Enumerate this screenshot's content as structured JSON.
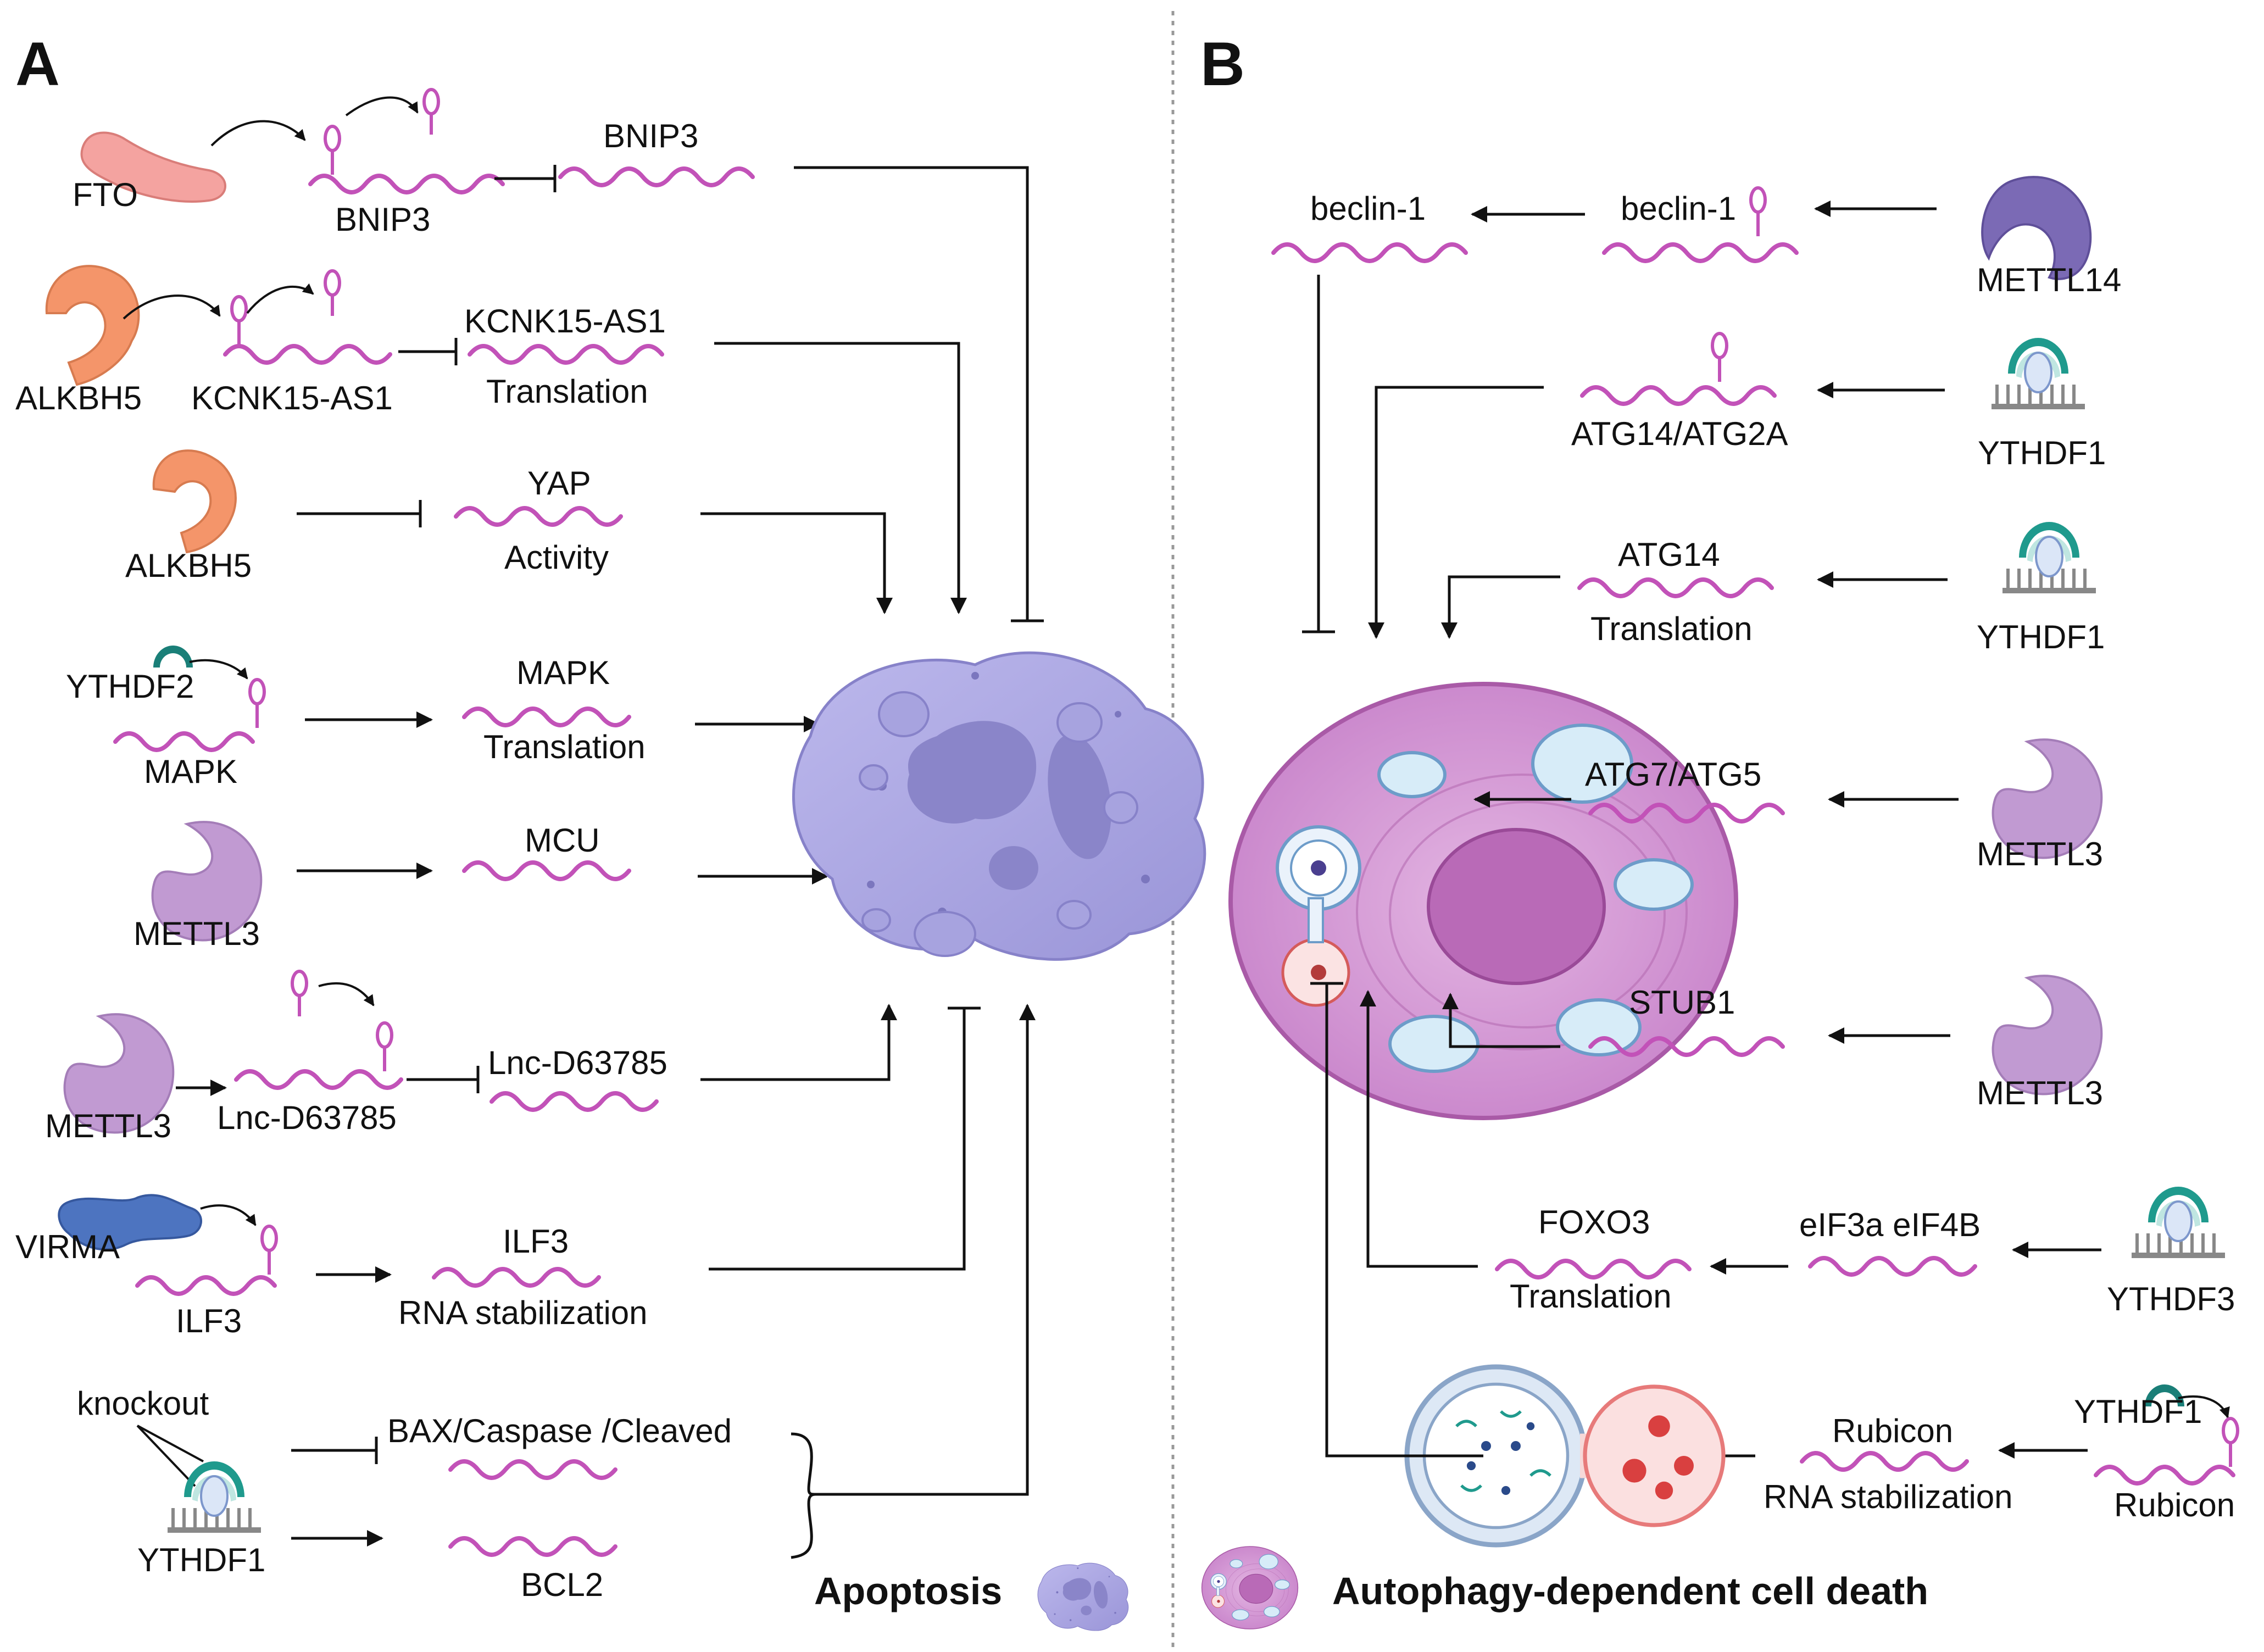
{
  "panels": {
    "a": "A",
    "b": "B"
  },
  "panel_a": {
    "fto": "FTO",
    "bnip3_mrna": "BNIP3",
    "bnip3_product": "BNIP3",
    "alkbh5_1": "ALKBH5",
    "kcnk15_mrna": "KCNK15-AS1",
    "kcnk15_product": "KCNK15-AS1",
    "kcnk15_effect": "Translation",
    "alkbh5_2": "ALKBH5",
    "yap": "YAP",
    "yap_effect": "Activity",
    "ythdf2": "YTHDF2",
    "mapk_mrna": "MAPK",
    "mapk_product": "MAPK",
    "mapk_effect": "Translation",
    "mettl3_1": "METTL3",
    "mcu": "MCU",
    "mettl3_2": "METTL3",
    "lnc_mrna": "Lnc-D63785",
    "lnc_product": "Lnc-D63785",
    "virma": "VIRMA",
    "ilf3_mrna": "ILF3",
    "ilf3_product": "ILF3",
    "ilf3_effect": "RNA stabilization",
    "knockout": "knockout",
    "ythdf1": "YTHDF1",
    "bax": "BAX/Caspase /Cleaved",
    "bcl2": "BCL2",
    "legend": "Apoptosis"
  },
  "panel_b": {
    "beclin_product": "beclin-1",
    "beclin_mrna": "beclin-1",
    "mettl14": "METTL14",
    "atg14_atg2a": "ATG14/ATG2A",
    "ythdf1_1": "YTHDF1",
    "atg14": "ATG14",
    "atg14_effect": "Translation",
    "ythdf1_2": "YTHDF1",
    "atg7_atg5": "ATG7/ATG5",
    "mettl3_1": "METTL3",
    "stub1": "STUB1",
    "mettl3_2": "METTL3",
    "foxo3": "FOXO3",
    "foxo3_effect": "Translation",
    "eif": "eIF3a eIF4B",
    "ythdf3": "YTHDF3",
    "rubicon": "Rubicon",
    "rubicon_effect": "RNA stabilization",
    "ythdf1_3": "YTHDF1",
    "rubicon_mrna": "Rubicon",
    "legend": "Autophagy-dependent cell death"
  },
  "colors": {
    "mrna": "#c252b8",
    "fto": "#f4a3a0",
    "alkbh5": "#f4956a",
    "mettl3": "#c19ad2",
    "mettl14": "#7b6ab5",
    "virma": "#4d74c0",
    "ythdf_cap": "#1f9a8d",
    "apoptotic_cell": "#a7a3df",
    "autophagy_cell": "#d89ad5"
  }
}
